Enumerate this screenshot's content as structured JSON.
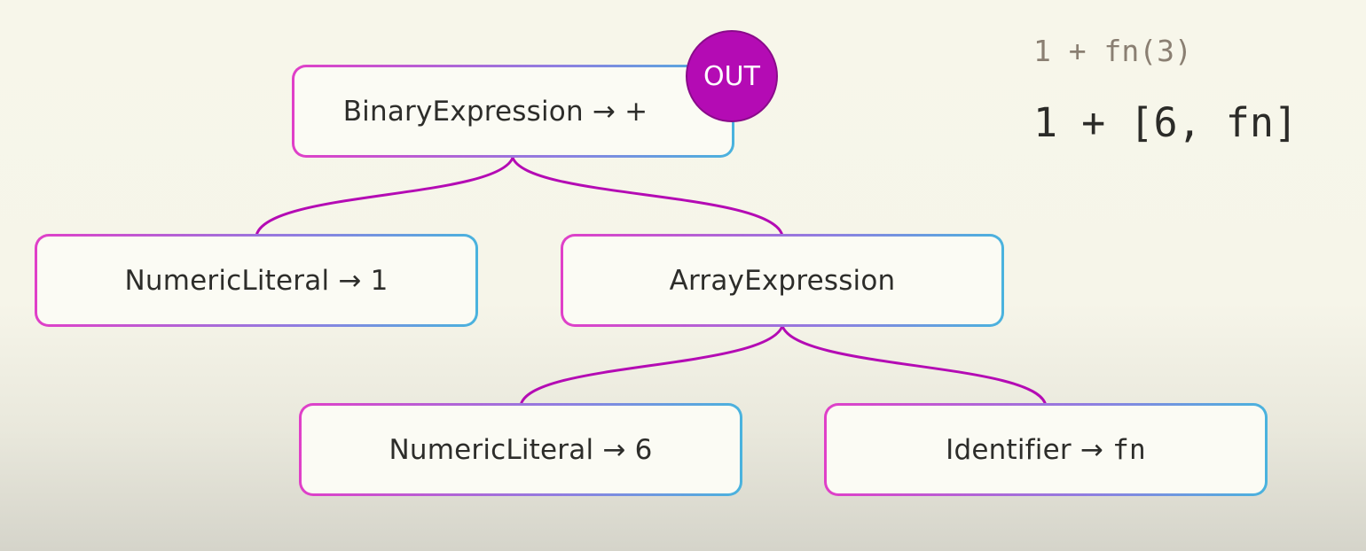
{
  "nodes": {
    "root": {
      "type": "BinaryExpression",
      "arrow": "→",
      "value": "+"
    },
    "left": {
      "type": "NumericLiteral",
      "arrow": "→",
      "value": "1"
    },
    "array": {
      "type": "ArrayExpression"
    },
    "six": {
      "type": "NumericLiteral",
      "arrow": "→",
      "value": "6"
    },
    "ident": {
      "type": "Identifier",
      "arrow": "→",
      "value": "fn"
    }
  },
  "badge": {
    "label": "OUT"
  },
  "code": {
    "source": "1 + fn(3)",
    "result": "1 + [6, fn]"
  },
  "colors": {
    "edge": "#b40bb4",
    "badge": "#b40bb4",
    "border_start": "#e03fc8",
    "border_end": "#49b3de"
  }
}
